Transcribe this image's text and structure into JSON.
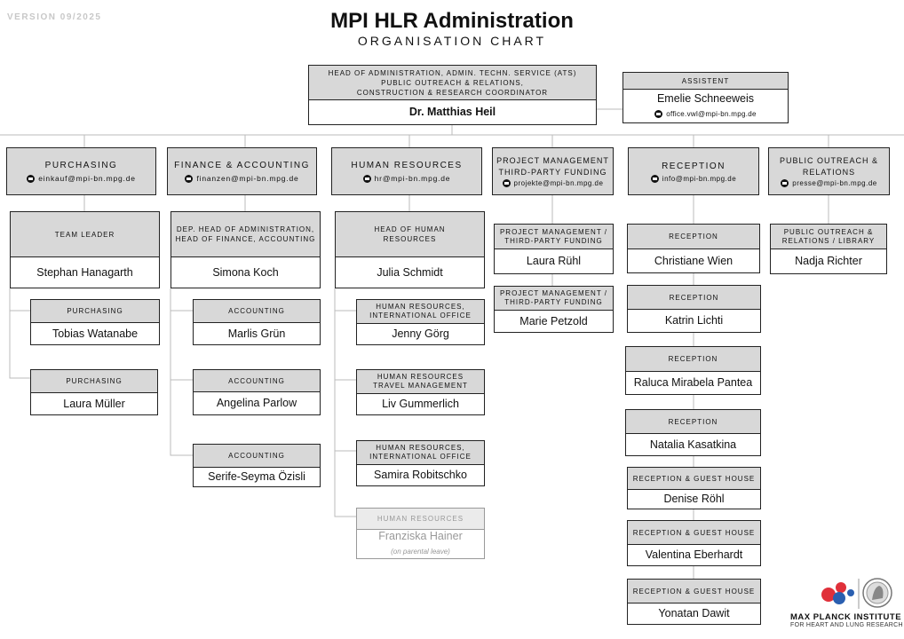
{
  "version": "VERSION 09/2025",
  "title": "MPI HLR Administration",
  "subtitle": "ORGANISATION CHART",
  "head": {
    "role_lines": [
      "HEAD OF ADMINISTRATION, ADMIN. TECHN. SERVICE (ATS)",
      "PUBLIC OUTREACH & RELATIONS,",
      "CONSTRUCTION & RESEARCH COORDINATOR"
    ],
    "name": "Dr. Matthias Heil"
  },
  "assistant": {
    "role": "ASSISTENT",
    "name": "Emelie Schneeweis",
    "email": "office.vwl@mpi-bn.mpg.de"
  },
  "departments": [
    {
      "id": "purchasing",
      "title_lines": [
        "PURCHASING"
      ],
      "email": "einkauf@mpi-bn.mpg.de"
    },
    {
      "id": "finance",
      "title_lines": [
        "FINANCE & ACCOUNTING"
      ],
      "email": "finanzen@mpi-bn.mpg.de"
    },
    {
      "id": "hr",
      "title_lines": [
        "HUMAN RESOURCES"
      ],
      "email": "hr@mpi-bn.mpg.de"
    },
    {
      "id": "pm",
      "title_lines": [
        "PROJECT MANAGEMENT",
        "THIRD-PARTY FUNDING"
      ],
      "email": "projekte@mpi-bn.mpg.de"
    },
    {
      "id": "reception",
      "title_lines": [
        "RECEPTION"
      ],
      "email": "info@mpi-bn.mpg.de"
    },
    {
      "id": "outreach",
      "title_lines": [
        "PUBLIC OUTREACH &",
        "RELATIONS"
      ],
      "email": "presse@mpi-bn.mpg.de"
    }
  ],
  "staff": {
    "purchasing": [
      {
        "role": "TEAM LEADER",
        "name": "Stephan Hanagarth"
      },
      {
        "role": "PURCHASING",
        "name": "Tobias Watanabe"
      },
      {
        "role": "PURCHASING",
        "name": "Laura Müller"
      }
    ],
    "finance": [
      {
        "role_lines": [
          "DEP. HEAD OF ADMINISTRATION,",
          "HEAD OF FINANCE, ACCOUNTING"
        ],
        "name": "Simona Koch"
      },
      {
        "role": "ACCOUNTING",
        "name": "Marlis Grün"
      },
      {
        "role": "ACCOUNTING",
        "name": "Angelina Parlow"
      },
      {
        "role": "ACCOUNTING",
        "name": "Serife-Seyma Özisli"
      }
    ],
    "hr": [
      {
        "role_lines": [
          "HEAD OF HUMAN",
          "RESOURCES"
        ],
        "name": "Julia Schmidt"
      },
      {
        "role_lines": [
          "HUMAN RESOURCES,",
          "INTERNATIONAL OFFICE"
        ],
        "name": "Jenny Görg"
      },
      {
        "role_lines": [
          "HUMAN RESOURCES",
          "TRAVEL MANAGEMENT"
        ],
        "name": "Liv Gummerlich"
      },
      {
        "role_lines": [
          "HUMAN RESOURCES,",
          "INTERNATIONAL OFFICE"
        ],
        "name": "Samira Robitschko"
      },
      {
        "role": "HUMAN RESOURCES",
        "name": "Franziska Hainer",
        "note": "(on parental leave)"
      }
    ],
    "pm": [
      {
        "role_lines": [
          "PROJECT MANAGEMENT /",
          "THIRD-PARTY FUNDING"
        ],
        "name": "Laura Rühl"
      },
      {
        "role_lines": [
          "PROJECT MANAGEMENT /",
          "THIRD-PARTY FUNDING"
        ],
        "name": "Marie Petzold"
      }
    ],
    "reception": [
      {
        "role": "RECEPTION",
        "name": "Christiane Wien"
      },
      {
        "role": "RECEPTION",
        "name": "Katrin Lichti"
      },
      {
        "role": "RECEPTION",
        "name": "Raluca Mirabela Pantea"
      },
      {
        "role": "RECEPTION",
        "name": "Natalia Kasatkina"
      },
      {
        "role": "RECEPTION & GUEST HOUSE",
        "name": "Denise Röhl"
      },
      {
        "role": "RECEPTION & GUEST HOUSE",
        "name": "Valentina Eberhardt"
      },
      {
        "role": "RECEPTION & GUEST HOUSE",
        "name": "Yonatan Dawit"
      }
    ],
    "outreach": [
      {
        "role_lines": [
          "PUBLIC OUTREACH &",
          "RELATIONS / LIBRARY"
        ],
        "name": "Nadja Richter"
      }
    ]
  },
  "footer": {
    "institute": "MAX PLANCK INSTITUTE",
    "subline": "FOR HEART AND LUNG RESEARCH"
  },
  "colors": {
    "header_fill": "#d8d8d8",
    "line": "#bbbbbb",
    "logo_red": "#e0303a",
    "logo_blue": "#2a5fb0"
  }
}
